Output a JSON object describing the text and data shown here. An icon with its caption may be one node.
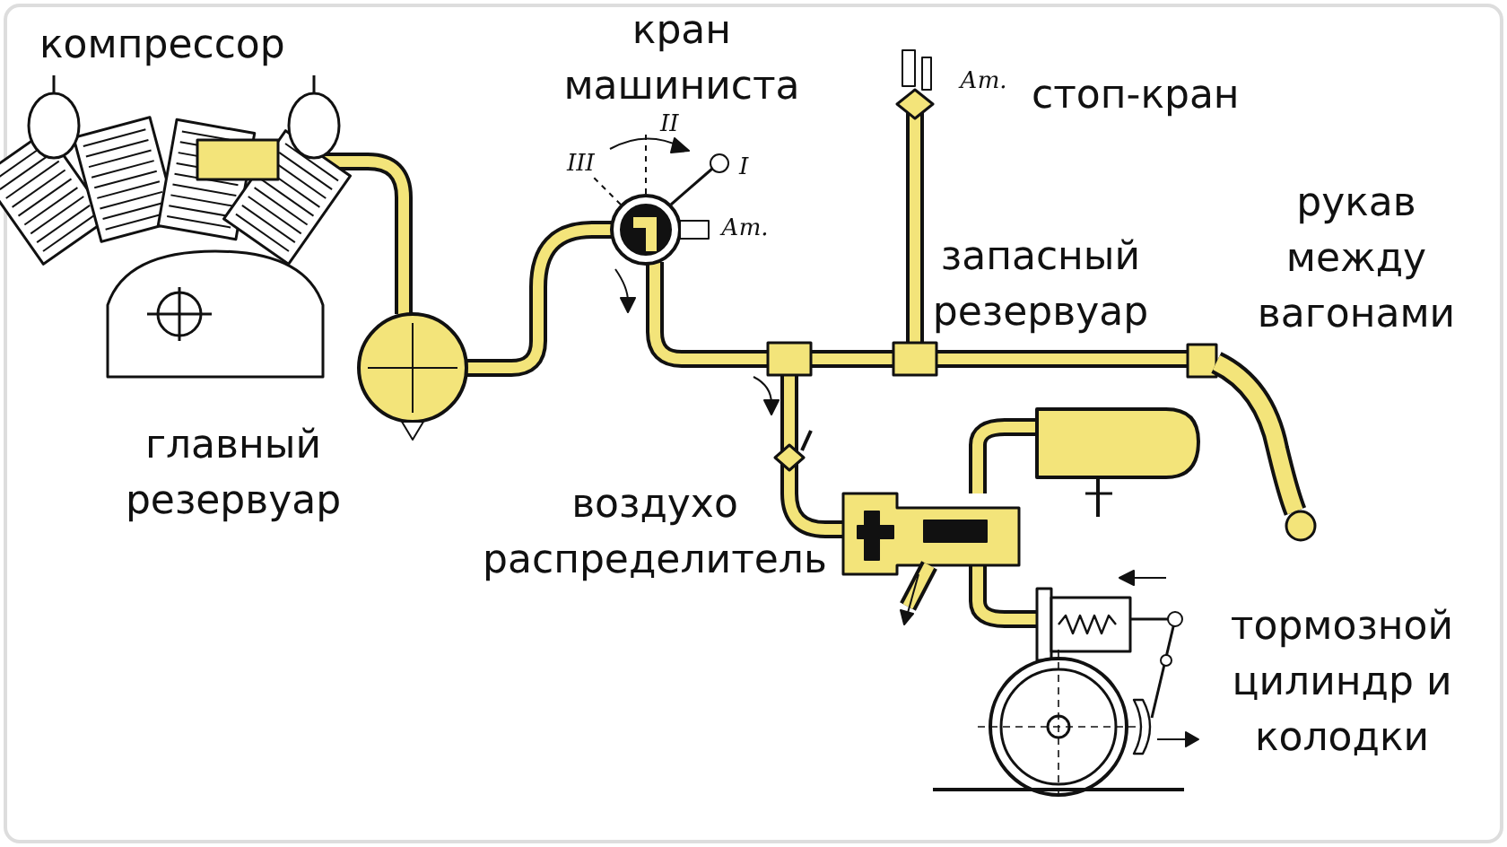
{
  "diagram": {
    "labels": [
      "компрессор",
      "кран машиниста",
      "III",
      "II",
      "I",
      "Ат.",
      "Ат.",
      "стоп-кран",
      "рукав между вагонами",
      "запасный резервуар",
      "главный резервуар",
      "воздухо распределитель",
      "тормозной цилиндр и колодки"
    ]
  }
}
